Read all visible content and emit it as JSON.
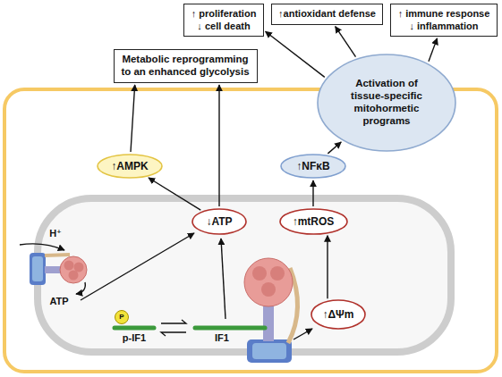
{
  "diagram": {
    "nodes": [
      {
        "text": [
          "↑ proliferation ↓ cell death"
        ]
      },
      {
        "text": [
          "↑antioxidant defense"
        ]
      },
      {
        "text": [
          "↑ immune response ↓ inflammation"
        ]
      },
      {
        "text": [
          "Metabolic reprogramming to an enhanced glycolysis"
        ]
      },
      {
        "text": [
          "Activation of tissue-specific mitohormetic programs"
        ]
      },
      {
        "text": [
          "↑AMPK"
        ]
      },
      {
        "text": [
          "↑NFκB"
        ]
      },
      {
        "text": [
          "↓ATP"
        ]
      },
      {
        "text": [
          "↑mtROS"
        ]
      },
      {
        "text": [
          "↑ΔΨm"
        ]
      }
    ],
    "edges": [
      {
        "from": 4,
        "to": 0,
        "arrow": "to"
      },
      {
        "from": 4,
        "to": 1,
        "arrow": "to"
      },
      {
        "from": 4,
        "to": 2,
        "arrow": "to"
      },
      {
        "from": 5,
        "to": 3,
        "arrow": "to"
      },
      {
        "from": 7,
        "to": 3,
        "arrow": "to"
      },
      {
        "from": 7,
        "to": 5,
        "arrow": "to"
      },
      {
        "from": 6,
        "to": 4,
        "arrow": "to"
      },
      {
        "from": 8,
        "to": 6,
        "arrow": "to"
      },
      {
        "from": 9,
        "to": 8,
        "arrow": "to"
      }
    ],
    "labels": [
      "H⁺",
      "ATP",
      "P",
      "p-IF1",
      "IF1"
    ]
  }
}
